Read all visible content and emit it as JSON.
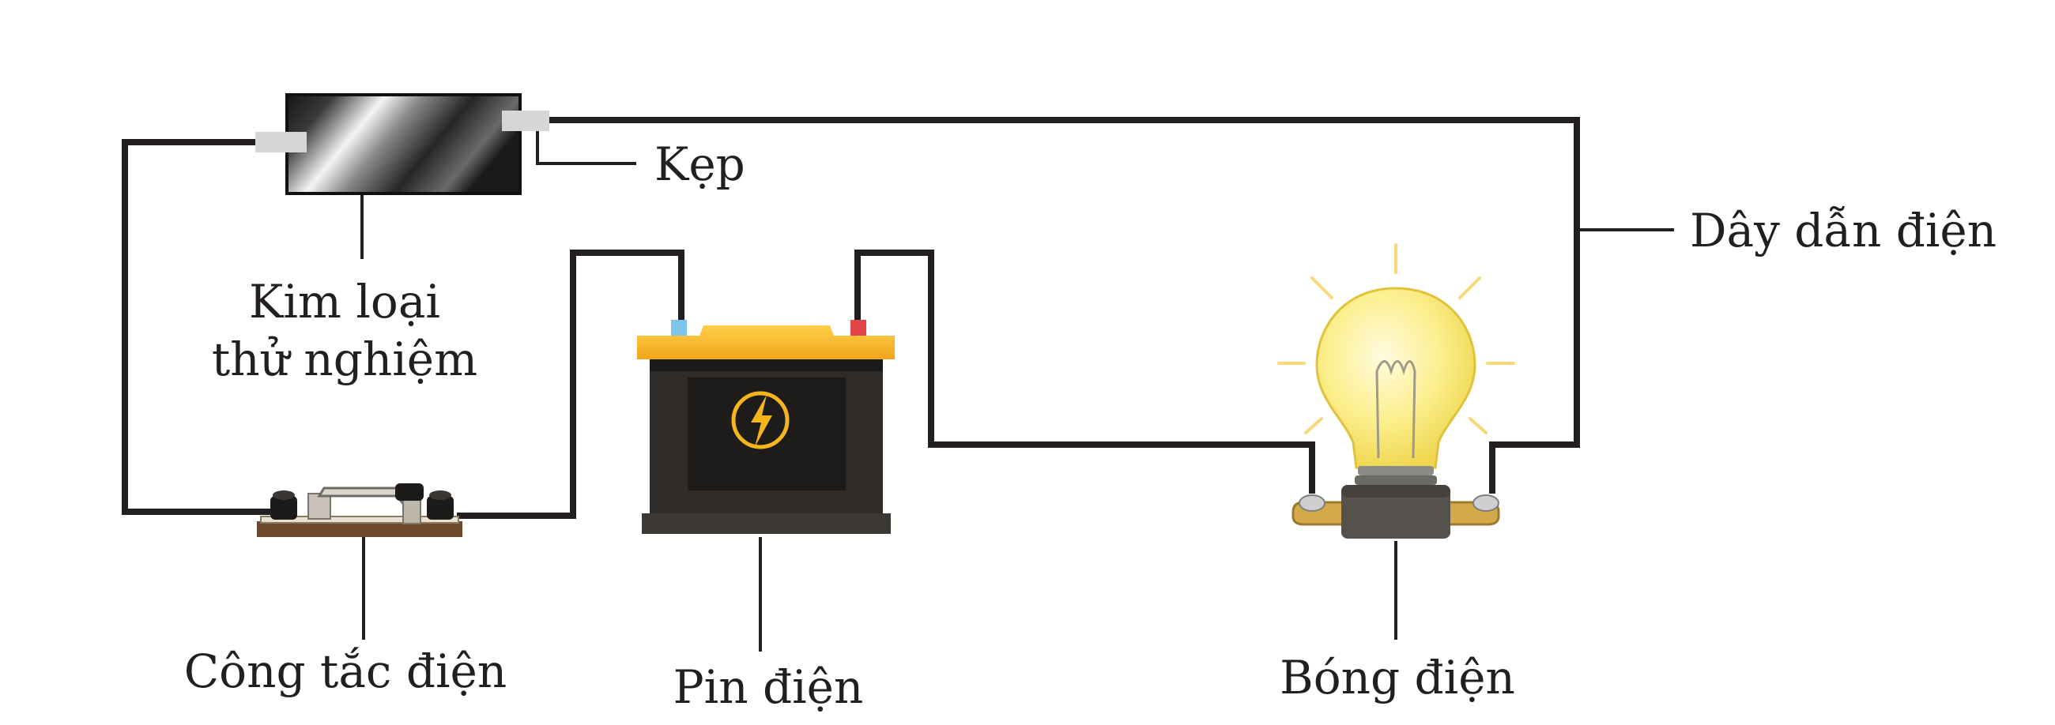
{
  "labels": {
    "clip": "Kẹp",
    "test_metal_line1": "Kim loại",
    "test_metal_line2": "thử nghiệm",
    "wire": "Dây dẫn điện",
    "switch": "Công tắc điện",
    "battery": "Pin điện",
    "bulb": "Bóng điện"
  },
  "colors": {
    "wire": "#231f20",
    "battery_top": "#f7b51c",
    "battery_body": "#2e2b28",
    "bolt": "#f7b51c",
    "bulb_glass": "#fbeb7a",
    "bulb_glow": "#f9d77a",
    "socket": "#d4a94a",
    "switch_base": "#6e4a2c"
  },
  "icons": {
    "battery": "battery-icon",
    "bolt": "lightning-bolt-icon",
    "bulb": "light-bulb-icon",
    "switch": "knife-switch-icon",
    "metal": "metal-sample-icon"
  }
}
